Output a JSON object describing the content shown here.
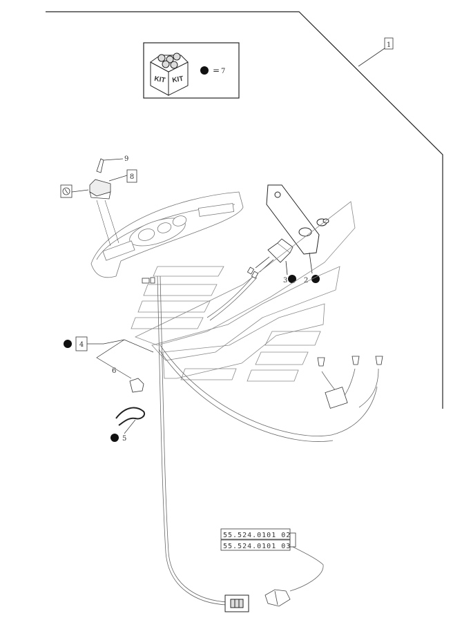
{
  "diagram": {
    "kit": {
      "label_left": "KIT",
      "label_right": "KIT",
      "equals": "=",
      "ref": "7"
    },
    "callouts": {
      "c1": "1",
      "c2": "2",
      "c3": "3",
      "c4": "4",
      "c5": "5",
      "c6": "6",
      "c8": "8",
      "c9": "9"
    },
    "references": {
      "ref_a": "55.524.0101 02",
      "ref_b": "55.524.0101 03"
    }
  }
}
